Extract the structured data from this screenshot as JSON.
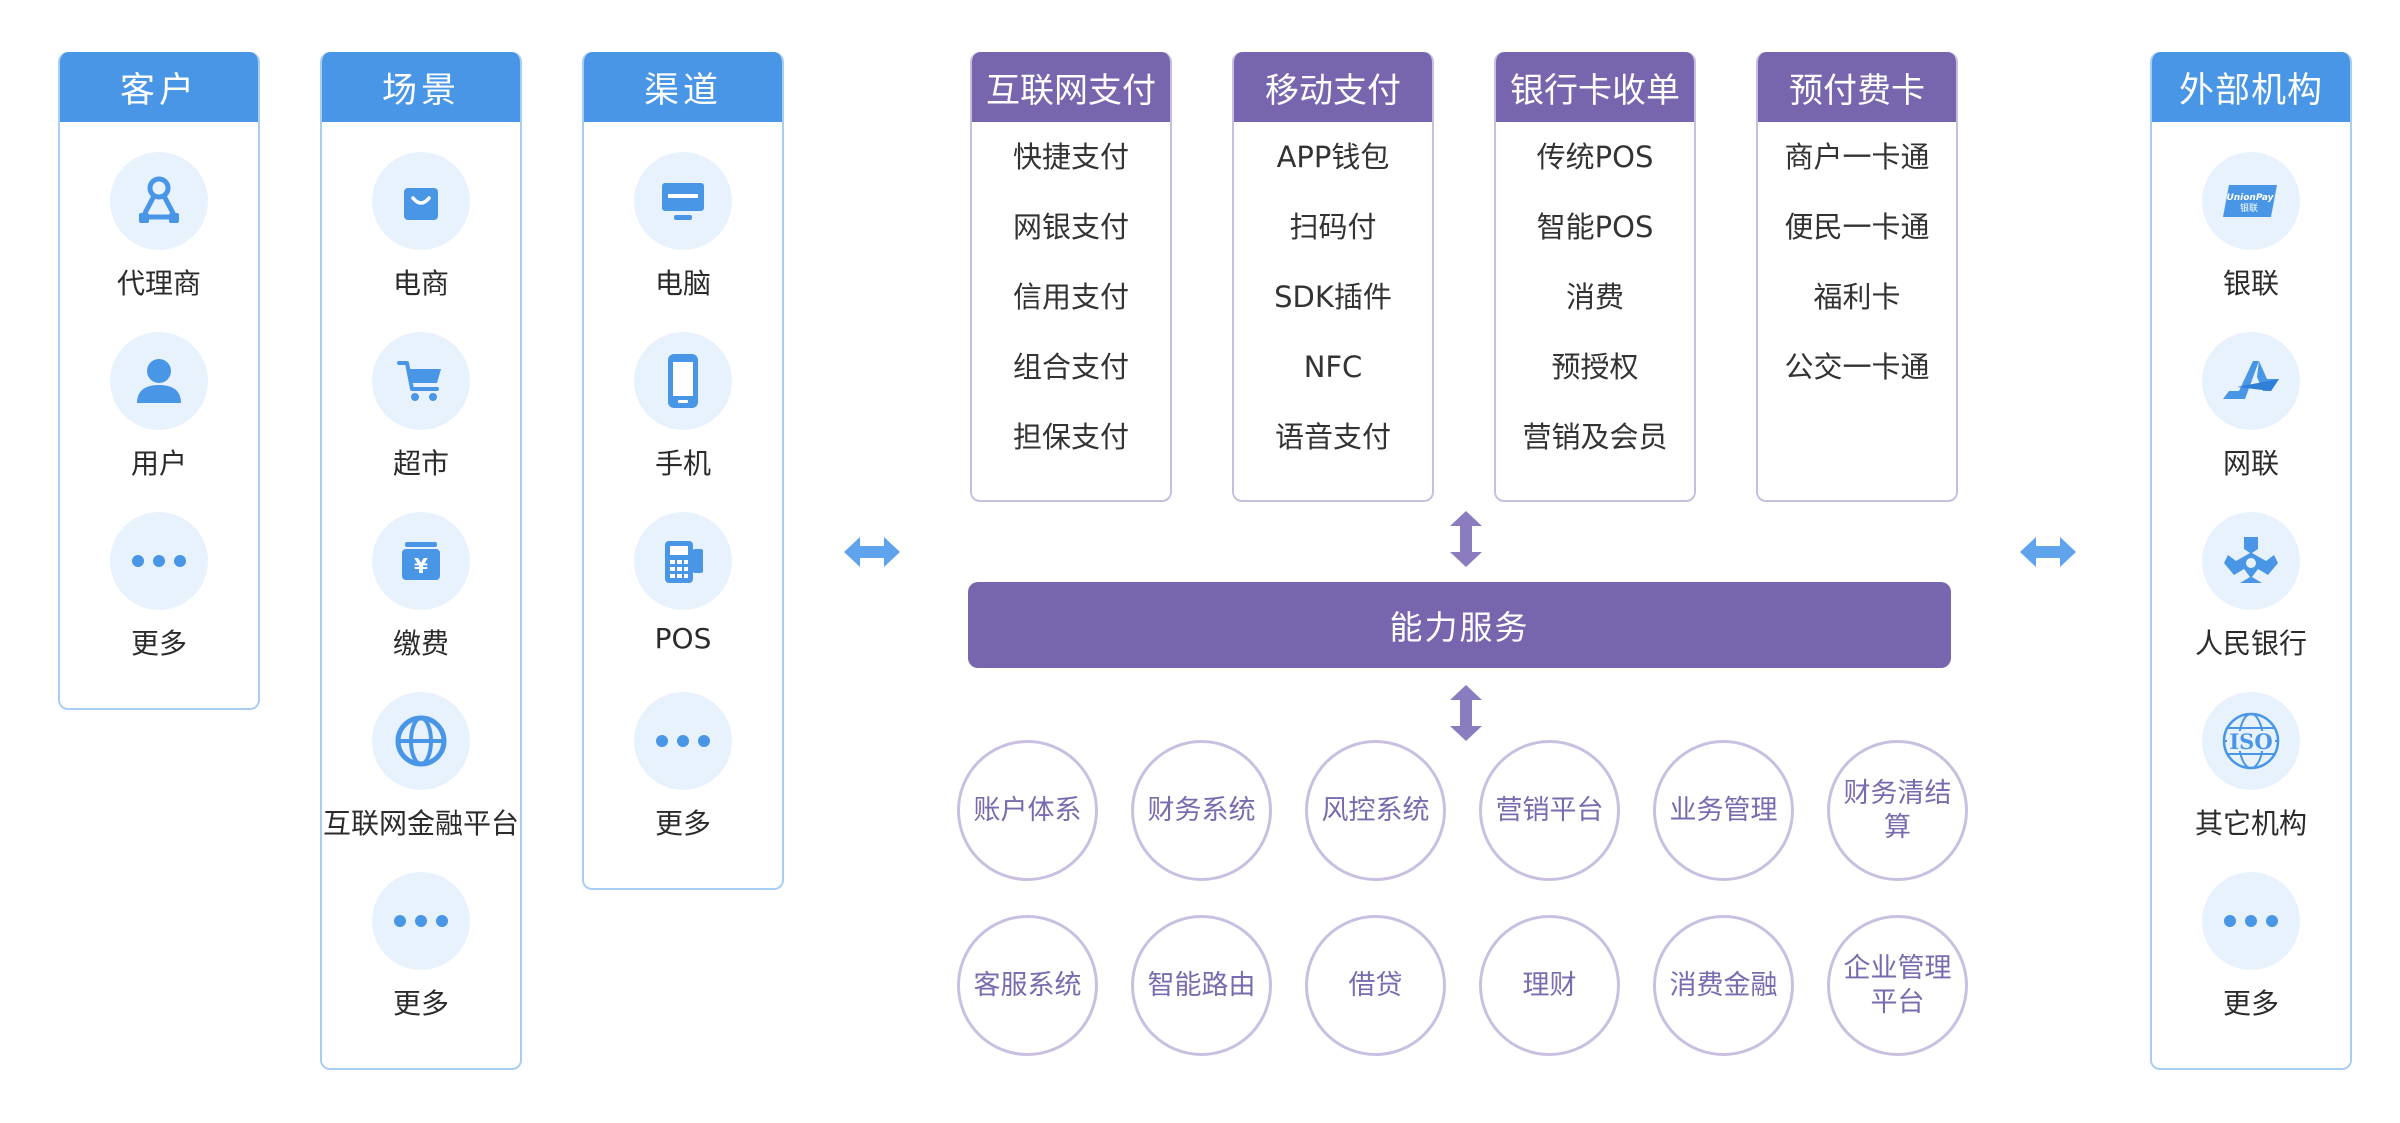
{
  "columns": {
    "customer": {
      "title": "客户",
      "items": [
        {
          "label": "代理商",
          "icon": "agent-network-icon"
        },
        {
          "label": "用户",
          "icon": "user-icon"
        },
        {
          "label": "更多",
          "icon": "more-dots-icon"
        }
      ]
    },
    "scene": {
      "title": "场景",
      "items": [
        {
          "label": "电商",
          "icon": "shopping-bag-icon"
        },
        {
          "label": "超市",
          "icon": "shopping-cart-icon"
        },
        {
          "label": "缴费",
          "icon": "yuan-payment-icon"
        },
        {
          "label": "互联网金融平台",
          "icon": "globe-icon"
        },
        {
          "label": "更多",
          "icon": "more-dots-icon"
        }
      ]
    },
    "channel": {
      "title": "渠道",
      "items": [
        {
          "label": "电脑",
          "icon": "computer-icon"
        },
        {
          "label": "手机",
          "icon": "mobile-phone-icon"
        },
        {
          "label": "POS",
          "icon": "pos-terminal-icon"
        },
        {
          "label": "更多",
          "icon": "more-dots-icon"
        }
      ]
    },
    "external": {
      "title": "外部机构",
      "items": [
        {
          "label": "银联",
          "icon": "unionpay-logo-icon",
          "logo_text": "UnionPay 银联"
        },
        {
          "label": "网联",
          "icon": "netsunion-logo-icon"
        },
        {
          "label": "人民银行",
          "icon": "pboc-logo-icon"
        },
        {
          "label": "其它机构",
          "icon": "iso-logo-icon",
          "logo_text": "ISO"
        },
        {
          "label": "更多",
          "icon": "more-dots-icon"
        }
      ]
    }
  },
  "payment_types": [
    {
      "title": "互联网支付",
      "items": [
        "快捷支付",
        "网银支付",
        "信用支付",
        "组合支付",
        "担保支付"
      ]
    },
    {
      "title": "移动支付",
      "items": [
        "APP钱包",
        "扫码付",
        "SDK插件",
        "NFC",
        "语音支付"
      ]
    },
    {
      "title": "银行卡收单",
      "items": [
        "传统POS",
        "智能POS",
        "消费",
        "预授权",
        "营销及会员"
      ]
    },
    {
      "title": "预付费卡",
      "items": [
        "商户一卡通",
        "便民一卡通",
        "福利卡",
        "公交一卡通"
      ]
    }
  ],
  "capability": {
    "label": "能力服务"
  },
  "services": {
    "row1": [
      "账户体系",
      "财务系统",
      "风控系统",
      "营销平台",
      "业务管理",
      "财务清结算"
    ],
    "row2": [
      "客服系统",
      "智能路由",
      "借贷",
      "理财",
      "消费金融",
      "企业管理平台"
    ]
  },
  "colors": {
    "blue_header": "#4a96e6",
    "blue_border": "#a9cdf3",
    "blue_icon_bg": "#e8f2fd",
    "purple": "#7766ae",
    "purple_border": "#c8bfe0",
    "arrow_blue": "#5fa3ec",
    "arrow_purple": "#8b7cc0"
  }
}
